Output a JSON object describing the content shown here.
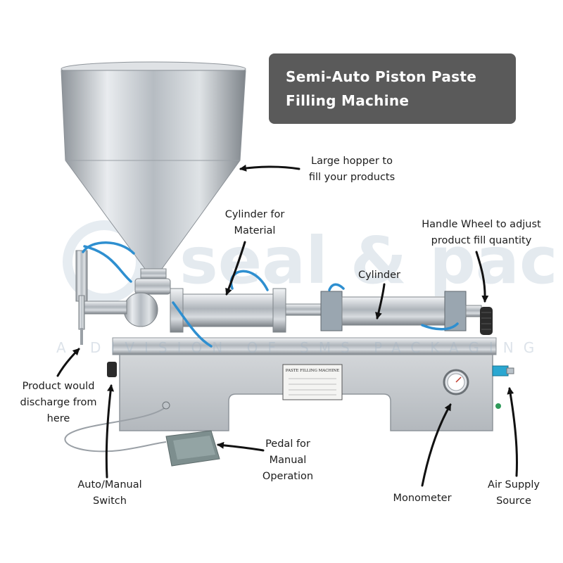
{
  "title": {
    "line1": "Semi-Auto Piston Paste",
    "line2": "Filling Machine"
  },
  "annotations": {
    "hopper": {
      "line1": "Large hopper to",
      "line2": "fill your products"
    },
    "cylinder_material": {
      "line1": "Cylinder for",
      "line2": "Material"
    },
    "handle_wheel": {
      "line1": "Handle Wheel to adjust",
      "line2": "product fill quantity"
    },
    "cylinder": {
      "line1": "Cylinder"
    },
    "discharge": {
      "line1": "Product would",
      "line2": "discharge from",
      "line3": "here"
    },
    "pedal": {
      "line1": "Pedal for",
      "line2": "Manual",
      "line3": "Operation"
    },
    "switch": {
      "line1": "Auto/Manual",
      "line2": "Switch"
    },
    "monometer": {
      "line1": "Monometer"
    },
    "air_supply": {
      "line1": "Air Supply",
      "line2": "Source"
    }
  },
  "watermark": {
    "brand": "seal & pac",
    "tagline": "A DIVISION OF SMS PACKAGING"
  },
  "nameplate": {
    "heading": "PASTE FILLING MACHINE"
  },
  "colors": {
    "title_bg": "#5a5a5a",
    "steel": "#c9ccd0",
    "air_tube": "#2e8fd0",
    "arrow": "#111111",
    "pedal": "#7d8e8e",
    "watermark": "#a7bbcd"
  }
}
